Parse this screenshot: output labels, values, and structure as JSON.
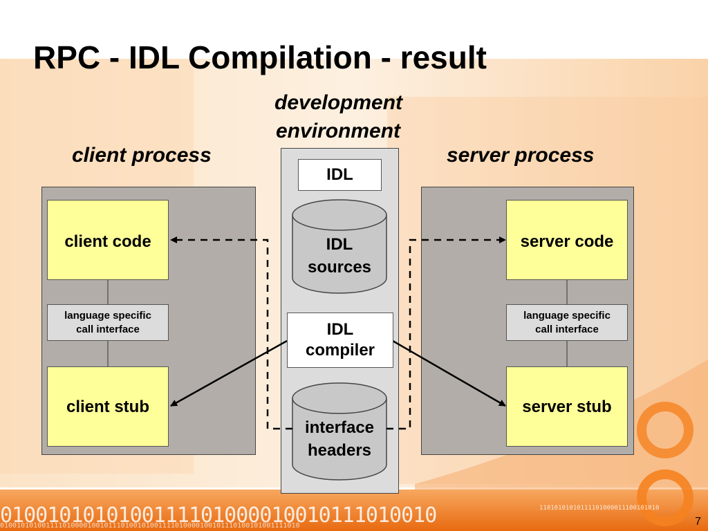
{
  "slide": {
    "title": "RPC - IDL Compilation - result",
    "page_number": "7"
  },
  "headers": {
    "dev_env_line1": "development",
    "dev_env_line2": "environment",
    "client_process": "client process",
    "server_process": "server process"
  },
  "client": {
    "code": "client code",
    "interface_line1": "language specific",
    "interface_line2": "call interface",
    "stub": "client stub"
  },
  "server": {
    "code": "server code",
    "interface_line1": "language specific",
    "interface_line2": "call interface",
    "stub": "server stub"
  },
  "dev": {
    "idl_label": "IDL",
    "sources_line1": "IDL",
    "sources_line2": "sources",
    "compiler_line1": "IDL",
    "compiler_line2": "compiler",
    "headers_line1": "interface",
    "headers_line2": "headers"
  },
  "decoration": {
    "binary_large": "0100101010100111101000010010111010010",
    "binary_small_bottom": "010010101001111010000100101110100101001111010000100101110100101001111010",
    "binary_small_right": "11010101010111101000011100101010"
  },
  "colors": {
    "process_panel": "#b2ada8",
    "dev_panel": "#dcdcdc",
    "code_box": "#ffff99",
    "background_accent": "#f58220"
  }
}
